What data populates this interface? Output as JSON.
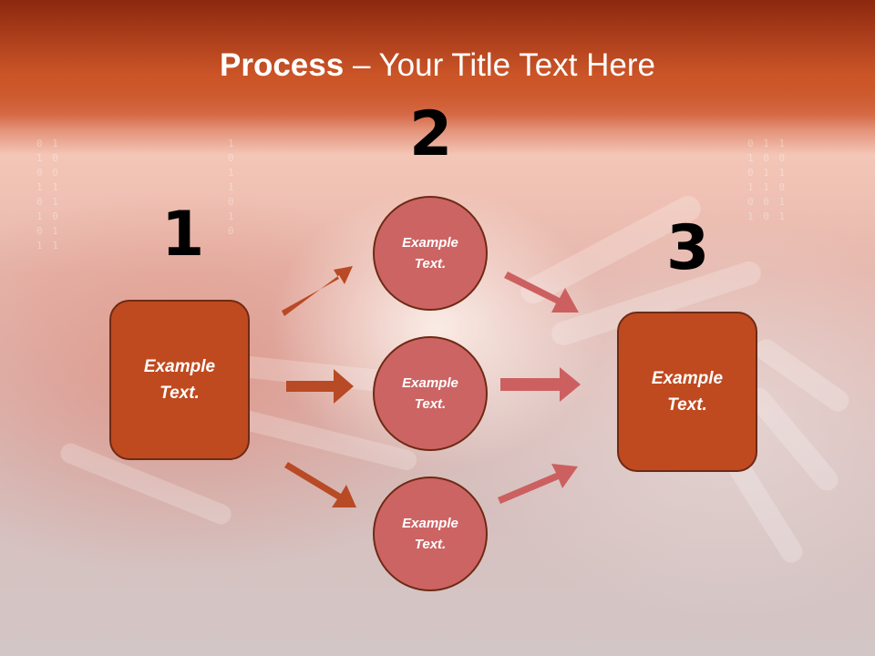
{
  "slide": {
    "title_bold": "Process",
    "title_rest": " – Your Title Text Here"
  },
  "steps": {
    "step1": {
      "number": "1",
      "text": [
        "Example",
        "Text."
      ]
    },
    "step2": {
      "number": "2",
      "text": [
        "Example",
        "Text."
      ]
    },
    "step3": {
      "number": "3",
      "text": [
        "Example",
        "Text."
      ]
    }
  },
  "middle_nodes": [
    {
      "text": [
        "Example",
        "Text."
      ]
    },
    {
      "text": [
        "Example",
        "Text."
      ]
    },
    {
      "text": [
        "Example",
        "Text."
      ]
    }
  ],
  "colors": {
    "box_fill": "#bf4a20",
    "circle_fill": "#cc6464",
    "left_arrow": "#b84a25",
    "right_arrow": "#cc6060"
  }
}
